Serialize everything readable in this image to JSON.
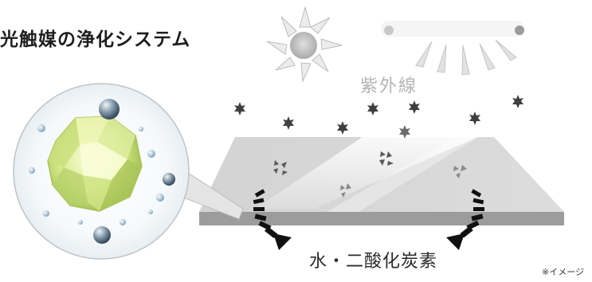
{
  "diagram": {
    "title": "光触媒の浄化システム",
    "uv_label": "紫外線",
    "product_label": "水・二酸化炭素",
    "note": "※イメージ"
  },
  "icons": [
    "sun-icon",
    "pollutant-particle-icon",
    "curved-arrow-icon",
    "catalyst-crystal-icon"
  ]
}
